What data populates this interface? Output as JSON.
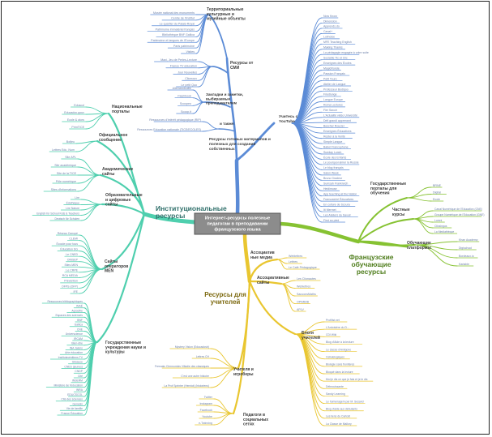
{
  "center": {
    "lines": [
      "Интернет-ресурсы полезные",
      "педагогам в преподавании",
      "французского языка"
    ]
  },
  "colors": {
    "blue": "#5b8bd6",
    "teal": "#4fcfae",
    "green": "#86c232",
    "yellow": "#e9c630",
    "center_fill": "#8c8c8c",
    "center_border": "#555555"
  },
  "branches": {
    "blue": {
      "groups": [
        {
          "label": "Территориальные культурные и музейные объекты",
          "lines": [
            "Территориальные",
            "культурные и",
            "музейные объекты"
          ],
          "leaves": [
            "Musée national des monuments",
            "Centre de l'Institut",
            "Le quartier du Palais-Royal",
            "Patrimoine immatériel français",
            "Bibliothèque BNF Gallica",
            "Patrimoine et langues de l'Europe",
            "Paris patrimoine",
            "Visites"
          ]
        },
        {
          "label": "Ресурсы от СМИ",
          "lines": [
            "Ресурсы от",
            "СМИ"
          ],
          "leaves": [
            "Maxi, Jeu de Perles-Lecture",
            "France TV éducation",
            "Jour Nouvelles",
            "Clicmouv",
            "Le petit Quo"
          ]
        },
        {
          "label": "Закладки и заметки, выбираемые преподавателем",
          "lines": [
            "Закладки и заметки,",
            "выбираемые",
            "преподавателем"
          ],
          "leaves": [
            "Allemandouille",
            "Flashbook",
            "Scoopeo",
            "Scoop.it"
          ]
        },
        {
          "label": "и также:",
          "lines": [
            "и также:"
          ],
          "leaves": [
            "Ressources d'intérêt pédagogique (RIP)",
            "Ressources Education nationale (TICE/ECOLES)"
          ]
        },
        {
          "label": "Ресурсы готовых материалов и полезных для создания собственных",
          "lines": [
            "Ресурсы готовых материалов и",
            "полезных для создания",
            "собственных"
          ],
          "leaves": []
        },
        {
          "label": "Учитесь с YouTube",
          "lines": [
            "Учитесь с",
            "YouTube"
          ],
          "leaves": [
            "Now Know",
            "Dimension",
            "Apprends.do",
            "Canal+",
            "Lutinoise",
            "MFE Teaching English",
            "Making Thanks",
            "La pédagogie engagée à votre suite",
            "Sociable Tic et Clic",
            "Enseignes des Écoles",
            "MagicRonde",
            "Passion Français",
            "Petit Tours",
            "Atelier de Langue",
            "Professeur Bodigoo",
            "Friedlunge",
            "Langue Europe",
            "Roma Lectures",
            "Fier Savoir",
            "L'Actualité vidéo Université",
            "Défi grandi apprenant",
            "Bescher Roucier",
            "Enseignes Éducatives",
            "Rester à la Verité",
            "Simple Langue",
            "Babel Francophone",
            "Sunday Lunch",
            "École des Enfants",
            "Le pourquoi aimer la Russie",
            "Le blog français",
            "Salon Week",
            "Bruno Gradeur",
            "Sumsah Frankreich",
            "Heidimuse",
            "App teaching at the Nation",
            "Fransosiché Éducatives",
            "En culture de Scoura",
            "Iti Mermet",
            "Les Ateliers du Savoir",
            "First au pied"
          ]
        }
      ]
    },
    "teal": {
      "title": "Институциональные ресурсы",
      "title_lines": [
        "Институциональные",
        "ресурсы"
      ],
      "groups": [
        {
          "label": "Национальные порталы",
          "lines": [
            "Национальные",
            "порталы"
          ],
          "leaves": [
            "Eduscol",
            "Educadoc.gouv",
            "Ecole & alors",
            "PrimTICE"
          ]
        },
        {
          "label": "Официальное сообщение",
          "lines": [
            "Официальное",
            "сообщение"
          ],
          "leaves": [
            "Bofjeu",
            "Lettres Edu_Num"
          ]
        },
        {
          "label": "Академические сайты",
          "lines": [
            "Академические",
            "сайты"
          ],
          "leaves": [
            "Site APL",
            "Site académique",
            "Site de la TICE",
            "Pôle numérique",
            "Sites d'informations"
          ]
        },
        {
          "label": "Образовательные цифровые сайты",
          "lines": [
            "Образовательные",
            "и цифровые",
            "сайты"
          ],
          "leaves": [
            "Lire",
            "Éduthèque",
            "Lire Nature",
            "English for School Kids & Teachers",
            "Deutsch für Schulen"
          ]
        },
        {
          "label": "Сайты операторов MEN",
          "lines": [
            "Сайты",
            "операторов",
            "MEN"
          ],
          "leaves": [
            "Réseau Canopé",
            "CLEMI",
            "Écoute pour tous",
            "Éducation SG",
            "Le CNED",
            "ONISEP",
            "Sites MEN",
            "Le CRPE",
            "RCA MEDIA",
            "Prévention",
            "OFPS (OFP)",
            "IFE"
          ]
        },
        {
          "label": "Государственные учреждения науки и культуры",
          "lines": [
            "Государственные",
            "учреждения науки и",
            "культуры"
          ],
          "leaves": [
            "Ressources bibliographiques",
            "INAÉ",
            "Agrocifre",
            "Espaces des sciences",
            "BNF",
            "Gallica",
            "CNE",
            "Universcience",
            "IRCAM",
            "Bien-dire",
            "INA Jalons",
            "Arte éducation",
            "Institutsvénitiens.TV",
            "Gilsauce",
            "CNES (jeunes)",
            "CNDP",
            "Cité",
            "INSERM",
            "Ministère de l'éducation",
            "INRA",
            "EDUCSCOL",
            "Cité des sciences",
            "Genesis",
            "Vie de famille",
            "France Éducation"
          ]
        }
      ]
    },
    "green": {
      "title": "Французские обучающие ресурсы",
      "title_lines": [
        "Французские",
        "обучающие",
        "ресурсы"
      ],
      "groups": [
        {
          "label": "Государственные порталы для обучения",
          "lines": [
            "Государственные",
            "порталы для",
            "обучения"
          ],
          "leaves": [
            "BRNE",
            "Digital",
            "Ecole"
          ]
        },
        {
          "label": "Частные курсы",
          "lines": [
            "Частные",
            "курсы"
          ],
          "leaves": [
            "Canal Numérique de l'Education (CNE)",
            "Groupe Numérique de l'Education (GNE)",
            "Lumni",
            "Clicsingus",
            "La Mediathèque"
          ]
        },
        {
          "label": "Обучающие платформы",
          "lines": [
            "Обучающие",
            "платформы"
          ],
          "leaves": [
            "Khan Academy",
            "Digischool",
            "Bordeaux.io",
            "Kartable"
          ]
        }
      ]
    },
    "yellow": {
      "title": "Ресурсы для учителей",
      "title_lines": [
        "Ресурсы для",
        "учителей"
      ],
      "groups": [
        {
          "label": "Ассоциативные медиа",
          "lines": [
            "Ассоциатив",
            "ные медиа"
          ],
          "leaves": [
            "Weblettres",
            "Lettres",
            "Le Café Pédagogique"
          ]
        },
        {
          "label": "Ассоциативные сайты",
          "lines": [
            "Ассоциативные",
            "сайты"
          ],
          "leaves": [
            "Les Clionautes",
            "Weblettres",
            "SauvonsMaths",
            "OPIMBIB",
            "APLV"
          ]
        },
        {
          "label": "Блоги учителей",
          "lines": [
            "Блоги",
            "учителей"
          ],
          "leaves": [
            "Profilist.net",
            "L'Ardoisiére du D...",
            "CDI Wiki",
            "Blog d'Aide à la lecture",
            "Le classe d'Antigone",
            "Cellulelogiques",
            "Biologie sans frontières",
            "Bloqué dans la lecture",
            "Moi je dis ce que je fais et je le dis",
            "Débrouissante",
            "Sandy Learning",
            "Le homenagem par M. Sesand",
            "Blog d'aide aux débutants",
            "Les liens du Cartodi",
            "La Classe de Mallory"
          ]
        },
        {
          "label": "Учителя и игроберы",
          "lines": [
            "Учителя и",
            "игроберы"
          ],
          "leaves": [
            "Mystery Vision (Educadosb)",
            "Lettres CH",
            "Fresnais Clermontois Villadie des classiques",
            "C'est une autre histoire",
            "La Prof Sprinter (Henriot) (historiens)"
          ]
        },
        {
          "label": "Педагоги в социальных сетях",
          "lines": [
            "Педагоги в",
            "социальных",
            "сетях"
          ],
          "leaves": [
            "Twitter",
            "Instagram",
            "Facebook",
            "Youtube",
            "e-Twinning"
          ]
        }
      ]
    }
  }
}
